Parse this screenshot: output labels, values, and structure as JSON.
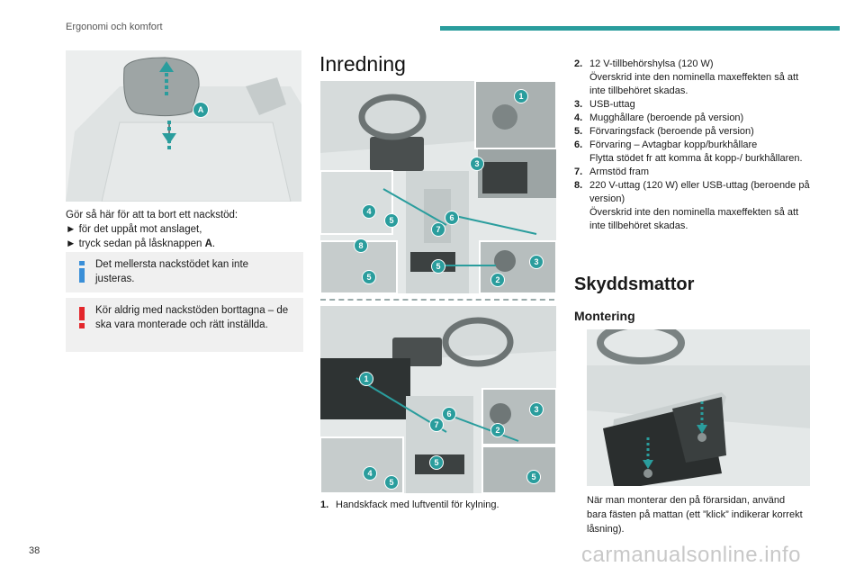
{
  "header": {
    "title": "Ergonomi och komfort"
  },
  "left": {
    "callout_a": "A",
    "intro": "Gör så här för att ta bort ett nackstöd:",
    "steps": [
      "► för det uppåt mot anslaget,",
      "► tryck sedan på låsknappen "
    ],
    "step_bold": "A",
    "step_end": ".",
    "info_note": "Det mellersta nackstödet kan inte justeras.",
    "warning_note": "Kör aldrig med nackstöden borttagna – de ska vara monterade och rätt inställda."
  },
  "middle": {
    "title": "Inredning",
    "item1_num": "1.",
    "item1_text": "Handskfack med luftventil för kylning."
  },
  "right": {
    "items": [
      {
        "num": "2.",
        "lines": [
          "12 V-tillbehörshylsa (120 W)",
          "Överskrid inte den nominella maxeffekten så att inte tillbehöret skadas."
        ]
      },
      {
        "num": "3.",
        "lines": [
          "USB-uttag"
        ]
      },
      {
        "num": "4.",
        "lines": [
          "Mugghållare (beroende på version)"
        ]
      },
      {
        "num": "5.",
        "lines": [
          "Förvaringsfack (beroende på version)"
        ]
      },
      {
        "num": "6.",
        "lines": [
          "Förvaring – Avtagbar kopp/burkhållare",
          "Flytta stödet fr att komma åt kopp-/ burkhållaren."
        ]
      },
      {
        "num": "7.",
        "lines": [
          "Armstöd fram"
        ]
      },
      {
        "num": "8.",
        "lines": [
          "220 V-uttag (120 W) eller USB-uttag (beroende på version)",
          "Överskrid inte den nominella maxeffekten så att inte tillbehöret skadas."
        ]
      }
    ],
    "section_title": "Skyddsmattor",
    "subsection_title": "Montering",
    "mount_text": "När man monterar den på förarsidan, använd bara fästen på mattan (ett ”klick” indikerar korrekt låsning)."
  },
  "footer": {
    "page_number": "38",
    "watermark": "carmanualsonline.info"
  },
  "colors": {
    "accent": "#2a9d9d",
    "info": "#3a8fd8",
    "warning": "#e3262b"
  }
}
